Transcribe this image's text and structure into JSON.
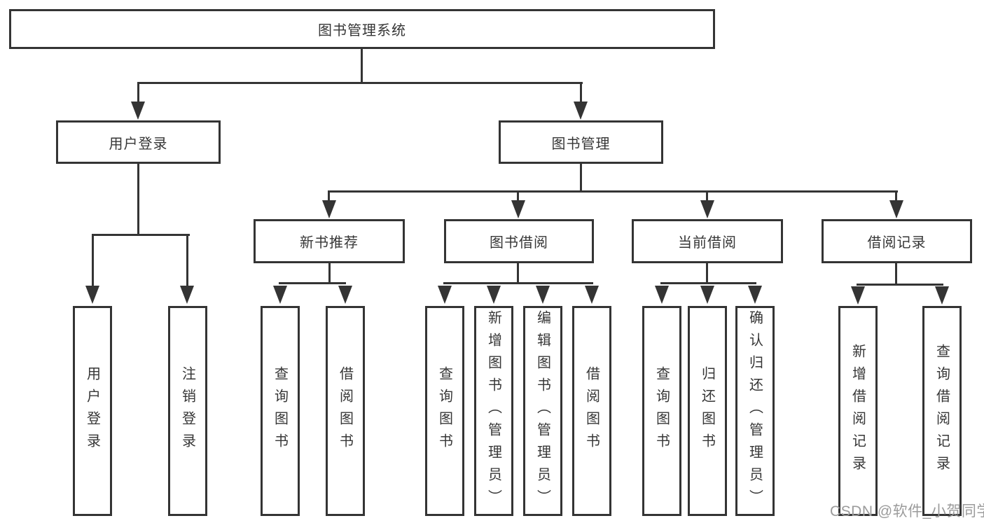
{
  "diagram": {
    "root": {
      "label": "图书管理系统"
    },
    "level2": [
      {
        "label": "用户登录",
        "children": [
          {
            "label": "用户登录"
          },
          {
            "label": "注销登录"
          }
        ]
      },
      {
        "label": "图书管理",
        "children": [
          {
            "label": "新书推荐",
            "children": [
              {
                "label": "查询图书"
              },
              {
                "label": "借阅图书"
              }
            ]
          },
          {
            "label": "图书借阅",
            "children": [
              {
                "label": "查询图书"
              },
              {
                "label": "新增图书（管理员）"
              },
              {
                "label": "编辑图书（管理员）"
              },
              {
                "label": "借阅图书"
              }
            ]
          },
          {
            "label": "当前借阅",
            "children": [
              {
                "label": "查询图书"
              },
              {
                "label": "归还图书"
              },
              {
                "label": "确认归还（管理员）"
              }
            ]
          },
          {
            "label": "借阅记录",
            "children": [
              {
                "label": "新增借阅记录"
              },
              {
                "label": "查询借阅记录"
              }
            ]
          }
        ]
      }
    ]
  },
  "watermark": {
    "text": "CSDN @软件_小贺同学"
  },
  "colors": {
    "line": "#343434",
    "text": "#363636",
    "watermark": "#9b9b9b",
    "background": "#ffffff"
  }
}
